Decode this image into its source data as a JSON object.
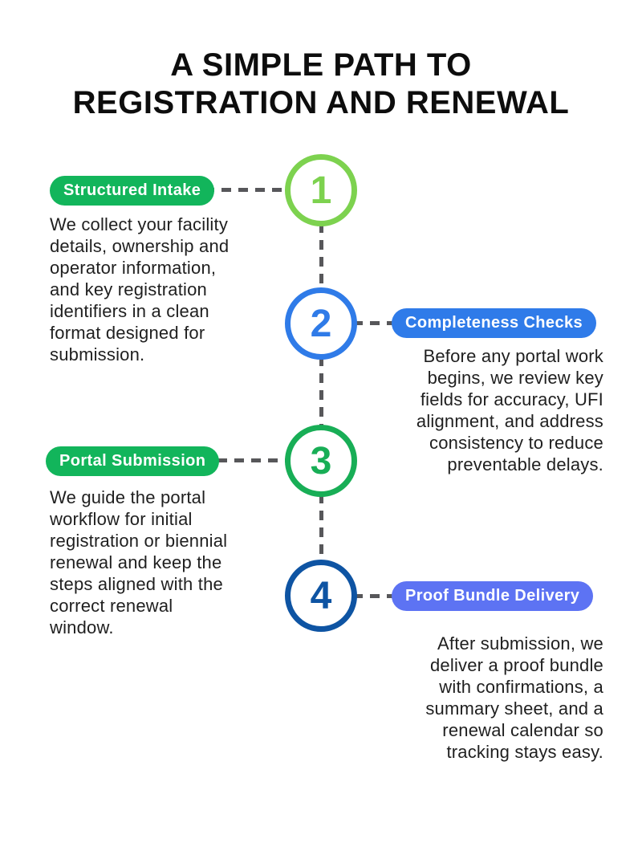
{
  "title_line1": "A SIMPLE PATH TO",
  "title_line2": "REGISTRATION AND RENEWAL",
  "colors": {
    "background": "#FFFFFF",
    "title_text": "#0D0D0D",
    "body_text": "#1F1F1F",
    "pill_text": "#FFFFFF",
    "connector": "#57575A",
    "green_pill": "#12B55B",
    "light_green_circle": "#7DD24F",
    "blue_pill": "#2F7BE9",
    "blue_circle": "#2F7BE8",
    "green_circle": "#18AE56",
    "periwinkle_pill": "#5D73F3",
    "dark_blue_circle": "#0E54A3"
  },
  "steps": [
    {
      "number": "1",
      "label": "Structured Intake",
      "side": "left",
      "pill_color": "#12B55B",
      "circle_color": "#7DD24F",
      "description": "We collect your facility\ndetails, ownership and\noperator information,\nand key registration\nidentifiers in a clean\nformat designed for\nsubmission."
    },
    {
      "number": "2",
      "label": "Completeness Checks",
      "side": "right",
      "pill_color": "#2F7BE9",
      "circle_color": "#2F7BE8",
      "description": "Before any portal work\nbegins, we review key\nfields for accuracy, UFI\nalignment, and address\nconsistency to reduce\npreventable delays."
    },
    {
      "number": "3",
      "label": "Portal Submission",
      "side": "left",
      "pill_color": "#12B55B",
      "circle_color": "#18AE56",
      "description": "We guide the portal\nworkflow for initial\nregistration or biennial\nrenewal and keep the\nsteps aligned with the\ncorrect renewal\nwindow."
    },
    {
      "number": "4",
      "label": "Proof Bundle Delivery",
      "side": "right",
      "pill_color": "#5D73F3",
      "circle_color": "#0E54A3",
      "description": "After submission, we\ndeliver a proof bundle\nwith confirmations, a\nsummary sheet, and a\nrenewal calendar so\ntracking stays easy."
    }
  ]
}
